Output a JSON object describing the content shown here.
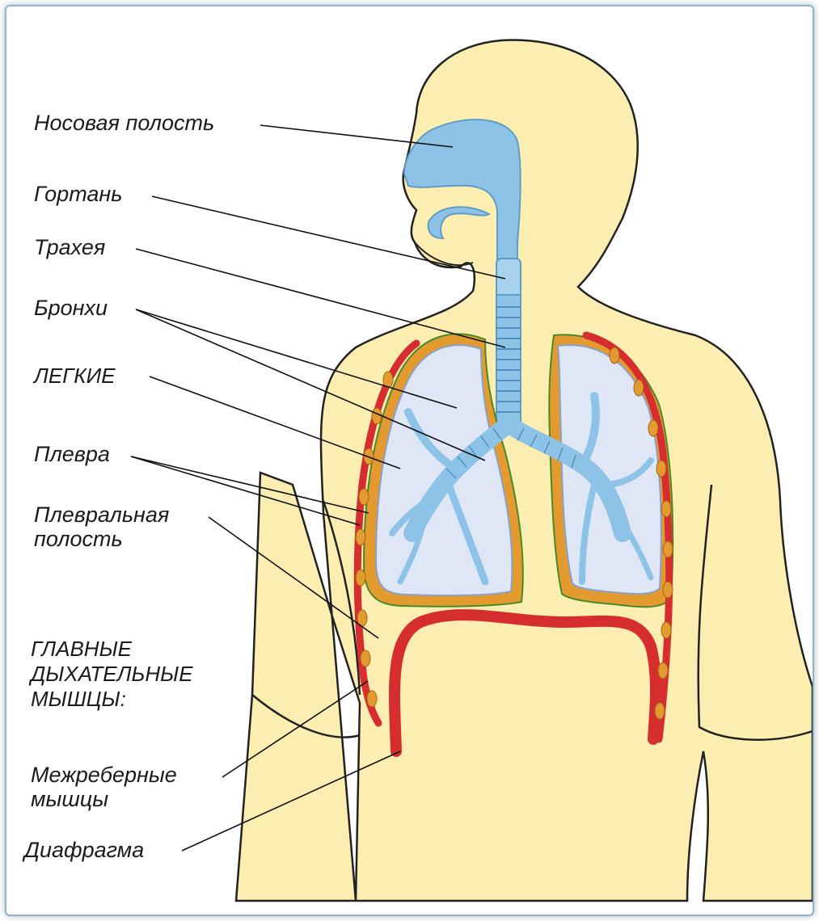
{
  "labels": {
    "nasal_cavity": "Носовая полость",
    "larynx": "Гортань",
    "trachea": "Трахея",
    "bronchi": "Бронхи",
    "lungs": "ЛЕГКИЕ",
    "pleura": "Плевра",
    "pleural_cavity": "Плевральная\nполость",
    "main_muscles": "ГЛАВНЫЕ\nДЫХАТЕЛЬНЫЕ\nМЫШЦЫ:",
    "intercostal_muscles": "Межреберные\nмышцы",
    "diaphragm": "Диафрагма"
  },
  "colors": {
    "body": "#fbeeb0",
    "airway": "#8ec3e8",
    "lung": "#dfe7f7",
    "pleura": "#e39a2e",
    "muscle": "#d62e2e",
    "outline": "#222222"
  }
}
